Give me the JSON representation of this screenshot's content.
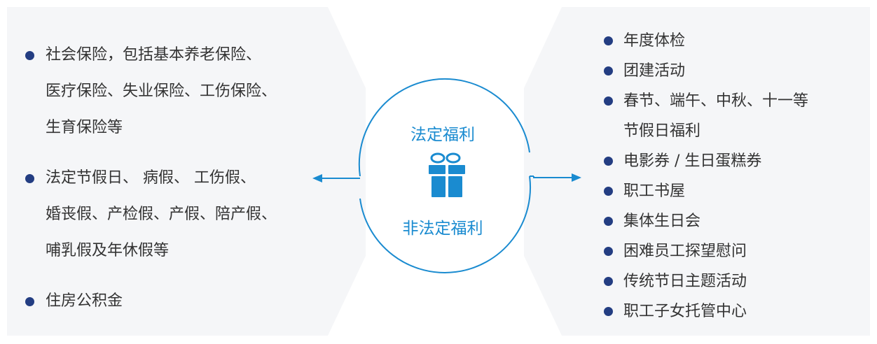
{
  "center": {
    "top_label": "法定福利",
    "bottom_label": "非法定福利",
    "icon": "gift-icon"
  },
  "left_items": [
    {
      "lines": [
        "社会保险，包括基本养老保险、",
        "医疗保险、失业保险、工伤保险、",
        "生育保险等"
      ]
    },
    {
      "lines": [
        "法定节假日、 病假、 工伤假、",
        "婚丧假、产检假、产假、陪产假、",
        "哺乳假及年休假等"
      ]
    },
    {
      "lines": [
        "住房公积金"
      ]
    }
  ],
  "right_items": [
    {
      "lines": [
        "年度体检"
      ]
    },
    {
      "lines": [
        "团建活动"
      ]
    },
    {
      "lines": [
        "春节、端午、中秋、十一等",
        "节假日福利"
      ]
    },
    {
      "lines": [
        "电影券 / 生日蛋糕券"
      ]
    },
    {
      "lines": [
        "职工书屋"
      ]
    },
    {
      "lines": [
        "集体生日会"
      ]
    },
    {
      "lines": [
        "困难员工探望慰问"
      ]
    },
    {
      "lines": [
        "传统节日主题活动"
      ]
    },
    {
      "lines": [
        "职工子女托管中心"
      ]
    }
  ],
  "colors": {
    "panel": "#f5f6f8",
    "accent": "#1a8bd0",
    "bullet": "#233d82",
    "text": "#333333"
  }
}
